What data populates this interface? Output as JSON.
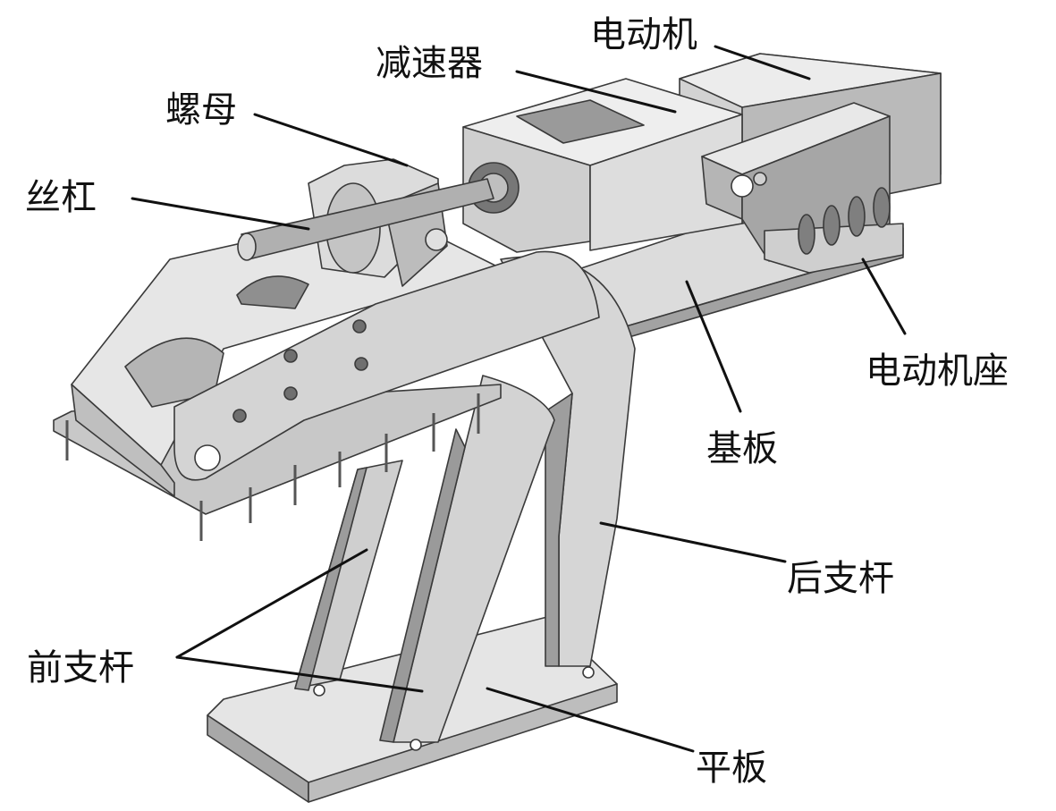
{
  "figure": {
    "labels": {
      "motor": "电动机",
      "reducer": "减速器",
      "nut": "螺母",
      "lead_screw": "丝杠",
      "motor_seat": "电动机座",
      "base_plate": "基板",
      "rear_strut": "后支杆",
      "front_strut": "前支杆",
      "flat_plate": "平板"
    },
    "colors": {
      "face_light": "#e7e7e7",
      "face_mid": "#cdcdcd",
      "face_dark": "#a9a9a9",
      "face_shadow": "#8c8c8c",
      "ink": "#111111"
    }
  }
}
